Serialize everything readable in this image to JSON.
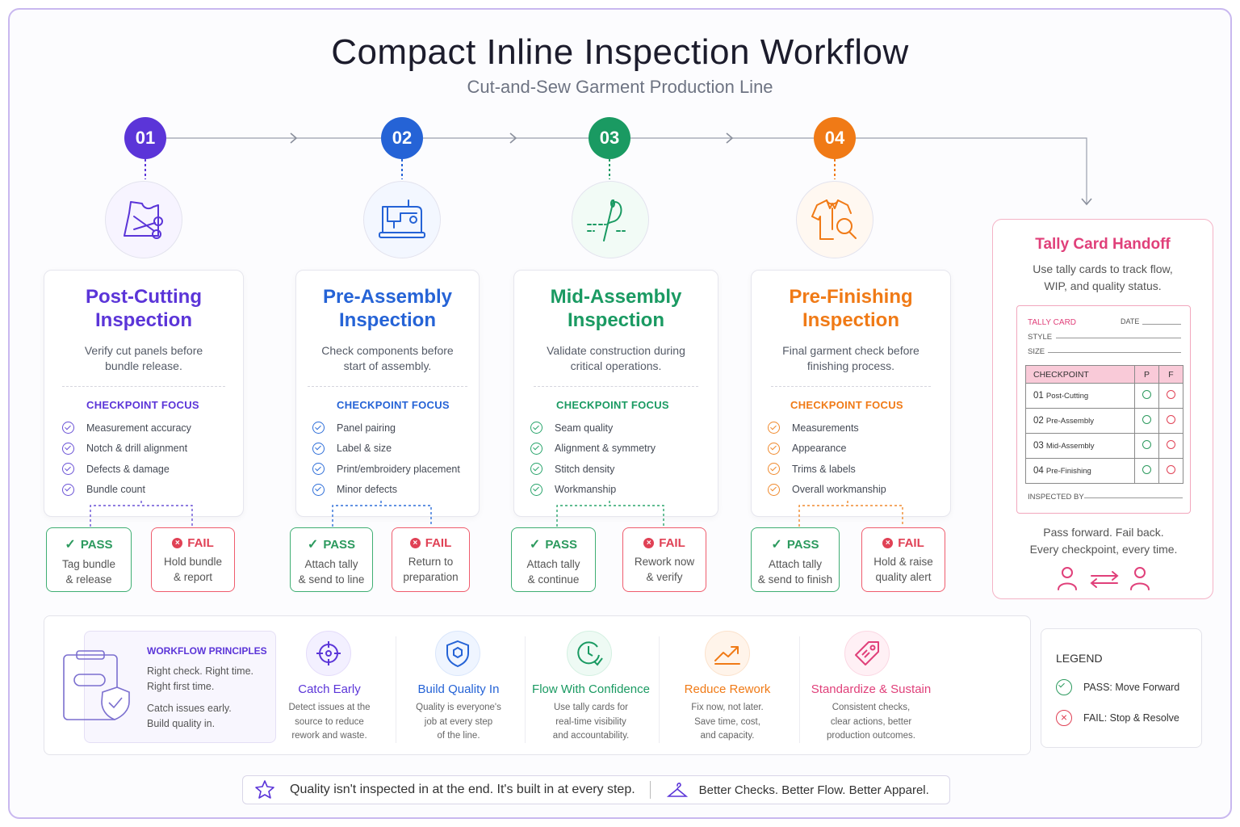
{
  "header": {
    "title": "Compact Inline Inspection Workflow",
    "subtitle": "Cut-and-Sew Garment Production Line"
  },
  "stages": [
    {
      "number": "01",
      "color": "#5b35d8",
      "icon": "fabric-scissors-icon",
      "title_line1": "Post-Cutting",
      "title_line2": "Inspection",
      "desc_line1": "Verify cut panels before",
      "desc_line2": "bundle release.",
      "focus_label": "CHECKPOINT FOCUS",
      "checks": [
        "Measurement accuracy",
        "Notch & drill alignment",
        "Defects & damage",
        "Bundle count"
      ],
      "pass": {
        "label": "PASS",
        "line1": "Tag bundle",
        "line2": "& release"
      },
      "fail": {
        "label": "FAIL",
        "line1": "Hold bundle",
        "line2": "& report"
      }
    },
    {
      "number": "02",
      "color": "#2563d6",
      "icon": "sewing-machine-icon",
      "title_line1": "Pre-Assembly",
      "title_line2": "Inspection",
      "desc_line1": "Check components before",
      "desc_line2": "start of assembly.",
      "focus_label": "CHECKPOINT FOCUS",
      "checks": [
        "Panel pairing",
        "Label & size",
        "Print/embroidery placement",
        "Minor defects"
      ],
      "pass": {
        "label": "PASS",
        "line1": "Attach tally",
        "line2": "& send to line"
      },
      "fail": {
        "label": "FAIL",
        "line1": "Return to",
        "line2": "preparation"
      }
    },
    {
      "number": "03",
      "color": "#1a9a62",
      "icon": "needle-thread-icon",
      "title_line1": "Mid-Assembly",
      "title_line2": "Inspection",
      "desc_line1": "Validate construction during",
      "desc_line2": "critical operations.",
      "focus_label": "CHECKPOINT FOCUS",
      "checks": [
        "Seam quality",
        "Alignment & symmetry",
        "Stitch density",
        "Workmanship"
      ],
      "pass": {
        "label": "PASS",
        "line1": "Attach tally",
        "line2": "& continue"
      },
      "fail": {
        "label": "FAIL",
        "line1": "Rework now",
        "line2": "& verify"
      }
    },
    {
      "number": "04",
      "color": "#f07a16",
      "icon": "shirt-magnifier-icon",
      "title_line1": "Pre-Finishing",
      "title_line2": "Inspection",
      "desc_line1": "Final garment check before",
      "desc_line2": "finishing process.",
      "focus_label": "CHECKPOINT FOCUS",
      "checks": [
        "Measurements",
        "Appearance",
        "Trims & labels",
        "Overall workmanship"
      ],
      "pass": {
        "label": "PASS",
        "line1": "Attach tally",
        "line2": "& send to finish"
      },
      "fail": {
        "label": "FAIL",
        "line1": "Hold & raise",
        "line2": "quality alert"
      }
    }
  ],
  "tally": {
    "title": "Tally Card Handoff",
    "desc_line1": "Use tally cards to track flow,",
    "desc_line2": "WIP, and quality status.",
    "card_label": "TALLY CARD",
    "date_label": "DATE",
    "style_label": "STYLE",
    "size_label": "SIZE",
    "col_checkpoint": "CHECKPOINT",
    "col_p": "P",
    "col_f": "F",
    "rows": [
      {
        "num": "01",
        "name": "Post-Cutting"
      },
      {
        "num": "02",
        "name": "Pre-Assembly"
      },
      {
        "num": "03",
        "name": "Mid-Assembly"
      },
      {
        "num": "04",
        "name": "Pre-Finishing"
      }
    ],
    "inspected_by": "INSPECTED BY",
    "foot_line1": "Pass forward. Fail back.",
    "foot_line2": "Every checkpoint, every time."
  },
  "principles": {
    "heading": "WORKFLOW PRINCIPLES",
    "line1": "Right check. Right time.",
    "line2": "Right first time.",
    "line3": "Catch issues early.",
    "line4": "Build quality in.",
    "items": [
      {
        "title": "Catch Early",
        "color": "#5b35d8",
        "icon": "crosshair-icon",
        "d1": "Detect issues at the",
        "d2": "source to reduce",
        "d3": "rework and waste."
      },
      {
        "title": "Build Quality In",
        "color": "#2563d6",
        "icon": "shield-icon",
        "d1": "Quality is everyone's",
        "d2": "job at every step",
        "d3": "of the line."
      },
      {
        "title": "Flow With Confidence",
        "color": "#1a9a62",
        "icon": "clock-check-icon",
        "d1": "Use tally cards for",
        "d2": "real-time visibility",
        "d3": "and accountability."
      },
      {
        "title": "Reduce Rework",
        "color": "#f07a16",
        "icon": "trend-up-icon",
        "d1": "Fix now, not later.",
        "d2": "Save time, cost,",
        "d3": "and capacity."
      },
      {
        "title": "Standardize & Sustain",
        "color": "#e0407a",
        "icon": "tag-icon",
        "d1": "Consistent checks,",
        "d2": "clear actions, better",
        "d3": "production outcomes."
      }
    ]
  },
  "legend": {
    "title": "LEGEND",
    "pass": "PASS: Move Forward",
    "fail": "FAIL: Stop & Resolve"
  },
  "footer": {
    "quote": "Quality isn't inspected in at the end. It's built in at every step.",
    "tagline": "Better Checks. Better Flow. Better Apparel."
  },
  "colors": {
    "pass": "#3fae73",
    "fail": "#e04155",
    "tally": "#e0407a",
    "frame": "#c9b8ef"
  }
}
